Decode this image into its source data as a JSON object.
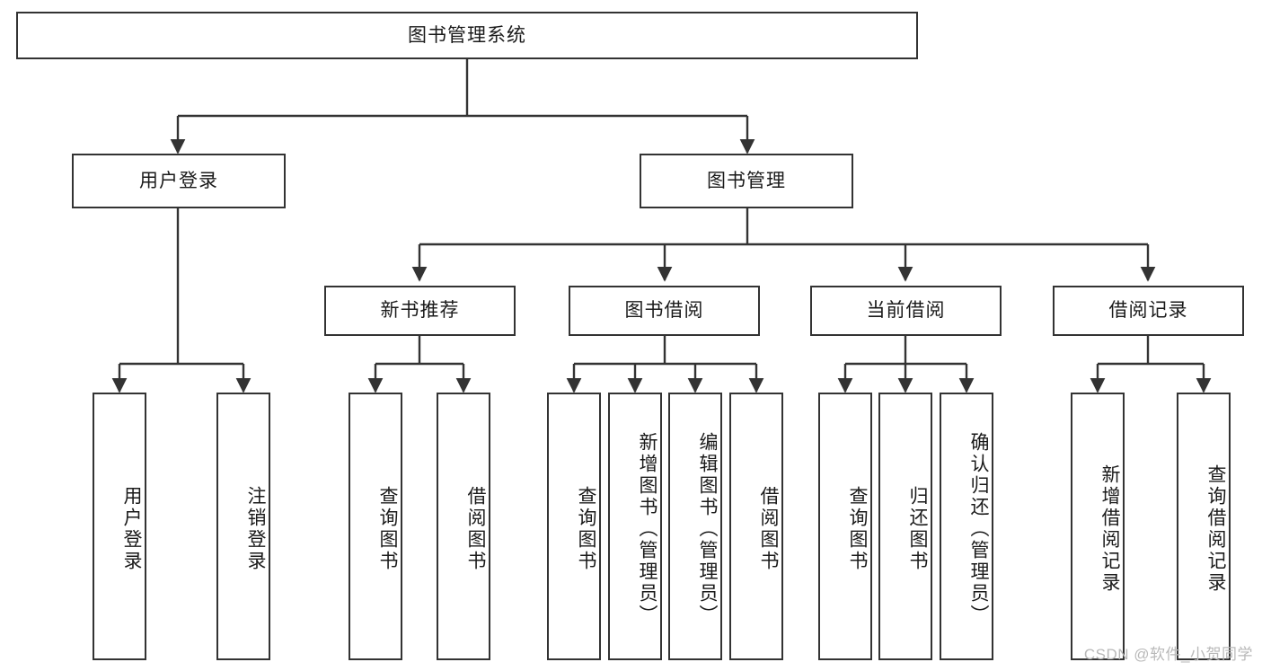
{
  "diagram": {
    "title": "图书管理系统",
    "type": "tree-hierarchy-diagram",
    "watermark": "CSDN @软件_小贺同学",
    "style": {
      "box_border_color": "#333333",
      "box_fill_color": "#ffffff",
      "connector_color": "#333333",
      "text_color": "#1a1a1a",
      "watermark_color": "#b9b9b9"
    },
    "nodes": {
      "root": {
        "label": "图书管理系统"
      },
      "level2": [
        {
          "id": "user-login",
          "label": "用户登录"
        },
        {
          "id": "book-management",
          "label": "图书管理"
        }
      ],
      "level3": [
        {
          "id": "new-book-recommend",
          "label": "新书推荐"
        },
        {
          "id": "book-borrow",
          "label": "图书借阅"
        },
        {
          "id": "current-borrow",
          "label": "当前借阅"
        },
        {
          "id": "borrow-record",
          "label": "借阅记录"
        }
      ],
      "leaves": {
        "user_login": [
          {
            "id": "leaf-user-login",
            "label": "用户登录"
          },
          {
            "id": "leaf-logout-login",
            "label": "注销登录"
          }
        ],
        "new_book_recommend": [
          {
            "id": "leaf-query-book-1",
            "label": "查询图书"
          },
          {
            "id": "leaf-borrow-book-1",
            "label": "借阅图书"
          }
        ],
        "book_borrow": [
          {
            "id": "leaf-query-book-2",
            "label": "查询图书"
          },
          {
            "id": "leaf-add-book",
            "label": "新增图书（管理员）"
          },
          {
            "id": "leaf-edit-book",
            "label": "编辑图书（管理员）"
          },
          {
            "id": "leaf-borrow-book-2",
            "label": "借阅图书"
          }
        ],
        "current_borrow": [
          {
            "id": "leaf-query-book-3",
            "label": "查询图书"
          },
          {
            "id": "leaf-return-book",
            "label": "归还图书"
          },
          {
            "id": "leaf-confirm-return",
            "label": "确认归还（管理员）"
          }
        ],
        "borrow_record": [
          {
            "id": "leaf-add-record",
            "label": "新增借阅记录"
          },
          {
            "id": "leaf-query-record",
            "label": "查询借阅记录"
          }
        ]
      }
    }
  }
}
